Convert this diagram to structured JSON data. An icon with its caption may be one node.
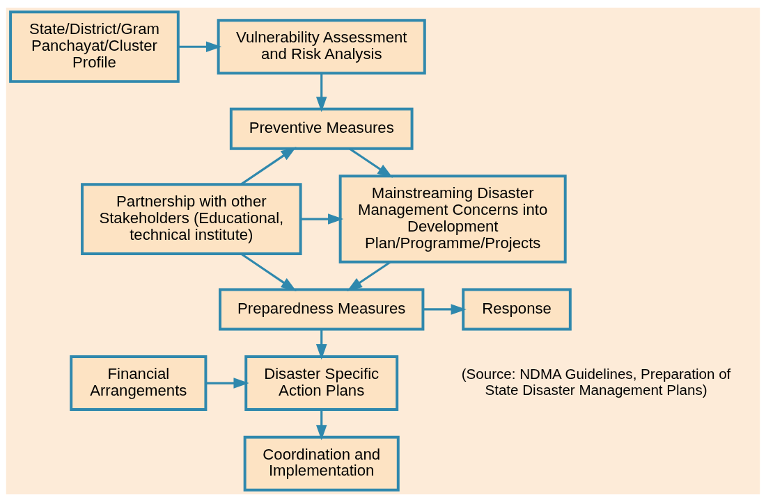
{
  "diagram": {
    "nodes": [
      {
        "text": [
          "State/District/Gram Panchayat/Cluster Profile"
        ]
      },
      {
        "text": [
          "Vulnerability Assessment and Risk Analysis"
        ]
      },
      {
        "text": [
          "Preventive Measures"
        ]
      },
      {
        "text": [
          "Mainstreaming Disaster Management Concerns into Development Plan/Programme/Projects"
        ]
      },
      {
        "text": [
          "Partnership with other Stakeholders (Educational, technical institute)"
        ]
      },
      {
        "text": [
          "Response"
        ]
      },
      {
        "text": [
          "Preparedness Measures"
        ]
      },
      {
        "text": [
          "Financial Arrangements"
        ]
      },
      {
        "text": [
          "Disaster Specific Action Plans"
        ]
      },
      {
        "text": [
          "Coordination and Implementation"
        ]
      }
    ],
    "edges": [
      {
        "from": 0,
        "to": 1,
        "arrow": "to"
      },
      {
        "from": 1,
        "to": 2,
        "arrow": "to"
      },
      {
        "from": 2,
        "to": 3,
        "arrow": "to"
      },
      {
        "from": 4,
        "to": 2,
        "arrow": "to"
      },
      {
        "from": 4,
        "to": 3,
        "arrow": "to"
      },
      {
        "from": 3,
        "to": 6,
        "arrow": "to"
      },
      {
        "from": 4,
        "to": 6,
        "arrow": "to"
      },
      {
        "from": 6,
        "to": 5,
        "arrow": "to"
      },
      {
        "from": 6,
        "to": 8,
        "arrow": "to"
      },
      {
        "from": 7,
        "to": 8,
        "arrow": "to"
      },
      {
        "from": 8,
        "to": 9,
        "arrow": "to"
      }
    ],
    "labels": [
      "(Source: NDMA Guidelines, Preparation of State Disaster Management Plans)"
    ]
  }
}
